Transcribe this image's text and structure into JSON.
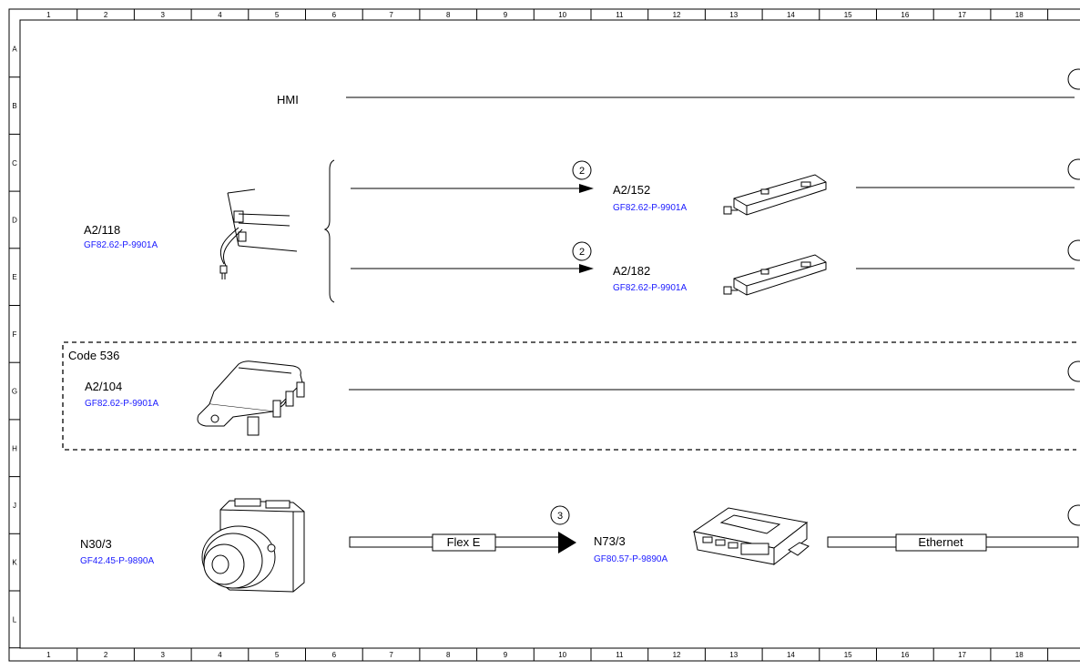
{
  "grid": {
    "columns": [
      "1",
      "2",
      "3",
      "4",
      "5",
      "6",
      "7",
      "8",
      "9",
      "10",
      "11",
      "12",
      "13",
      "14",
      "15",
      "16",
      "17",
      "18"
    ],
    "rows": [
      "A",
      "B",
      "C",
      "D",
      "E",
      "F",
      "G",
      "H",
      "J",
      "K",
      "L"
    ]
  },
  "hmi": {
    "label": "HMI"
  },
  "components": {
    "a2_118": {
      "name": "A2/118",
      "ref": "GF82.62-P-9901A"
    },
    "a2_152": {
      "name": "A2/152",
      "ref": "GF82.62-P-9901A"
    },
    "a2_182": {
      "name": "A2/182",
      "ref": "GF82.62-P-9901A"
    },
    "a2_104": {
      "name": "A2/104",
      "ref": "GF82.62-P-9901A"
    },
    "n30_3": {
      "name": "N30/3",
      "ref": "GF42.45-P-9890A"
    },
    "n73_3": {
      "name": "N73/3",
      "ref": "GF80.57-P-9890A"
    }
  },
  "code_group": {
    "label": "Code 536"
  },
  "buses": {
    "flex": "Flex E",
    "ethernet": "Ethernet"
  },
  "markers": {
    "m1": "2",
    "m2": "2",
    "m3": "3"
  },
  "colors": {
    "link": "#1a1aff",
    "line": "#000000"
  }
}
